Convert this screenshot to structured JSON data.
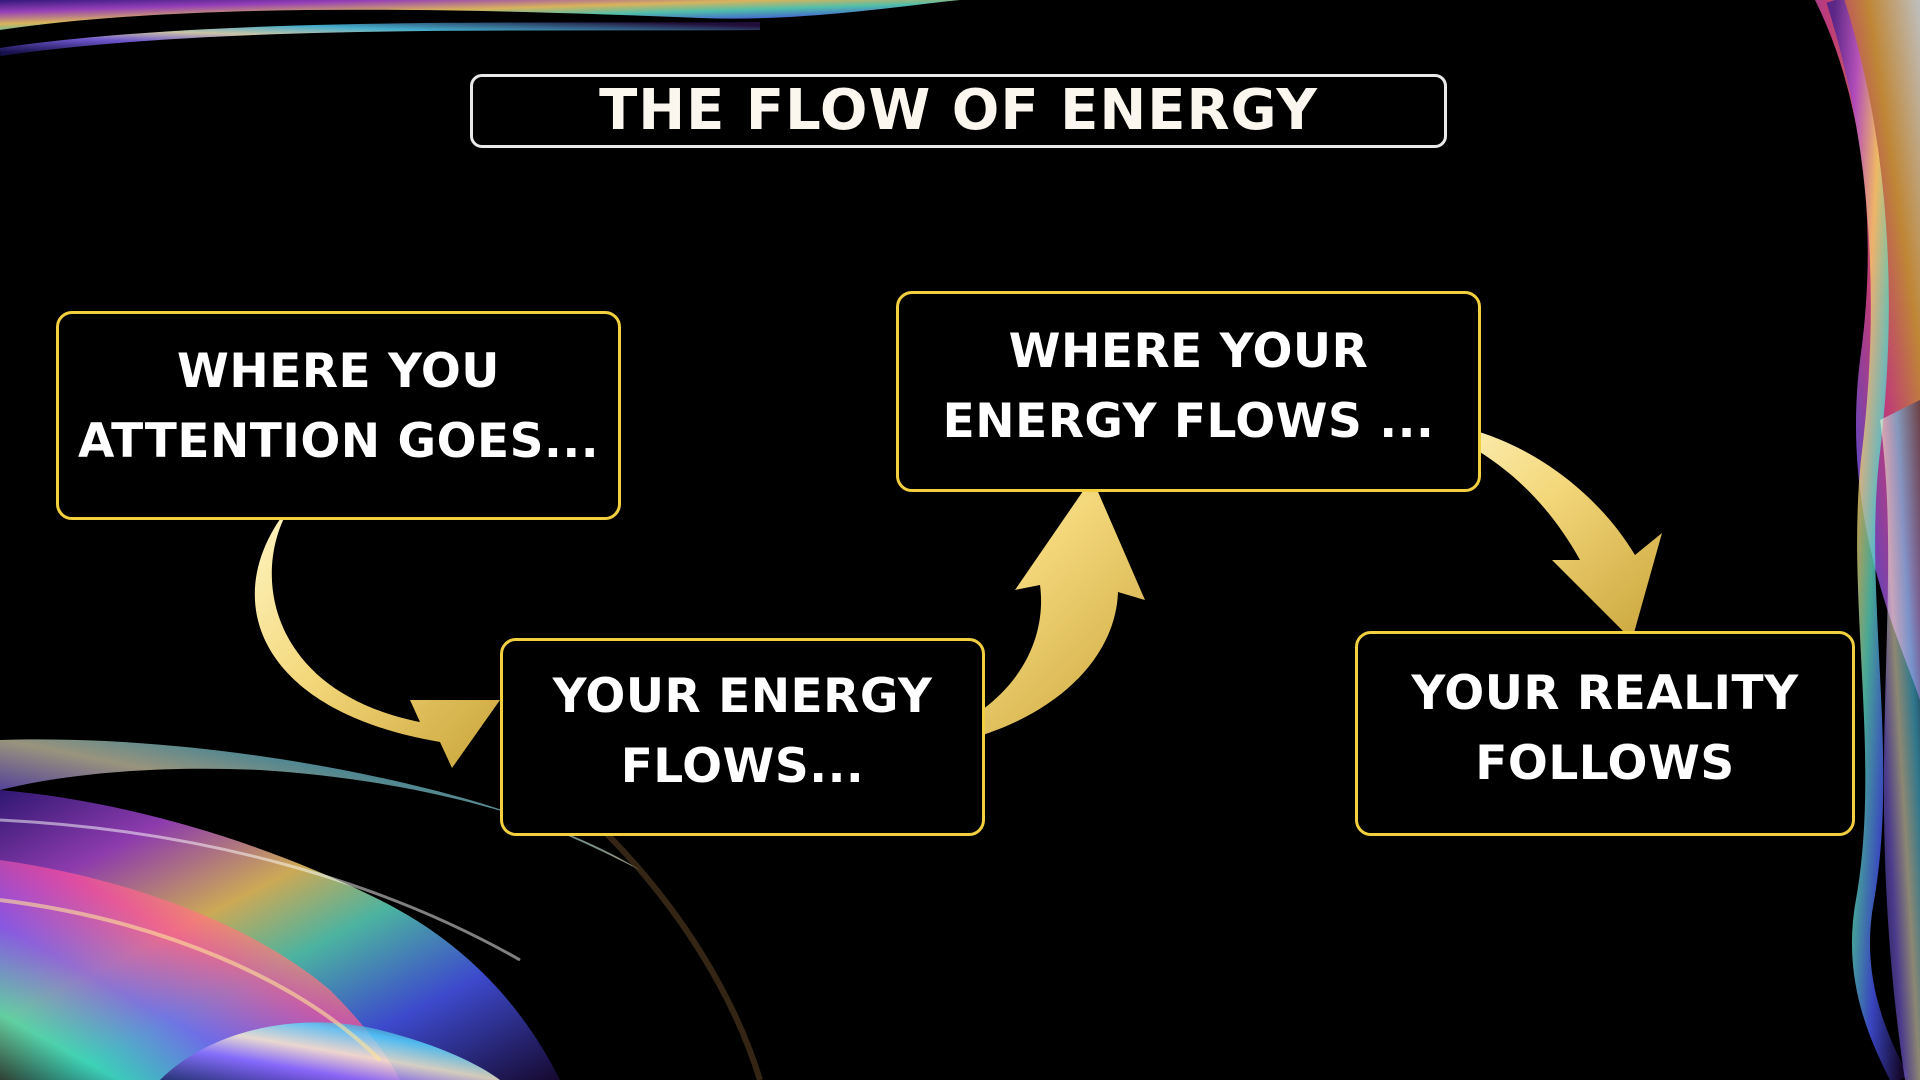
{
  "title": "THE FLOW OF ENERGY",
  "steps": [
    {
      "text": "WHERE YOU\nATTENTION GOES..."
    },
    {
      "text": "YOUR ENERGY\nFLOWS..."
    },
    {
      "text": "WHERE YOUR\nENERGY FLOWS ..."
    },
    {
      "text": "YOUR REALITY\nFOLLOWS"
    }
  ],
  "colors": {
    "background": "#000000",
    "box_border": "#f2cf3f",
    "title_border": "#e9e9e9",
    "text": "#ffffff",
    "arrow_gold_light": "#fff3b0",
    "arrow_gold_dark": "#c9a43a"
  },
  "icons": [
    "curved-arrow-icon",
    "curved-arrow-icon",
    "curved-arrow-icon"
  ]
}
